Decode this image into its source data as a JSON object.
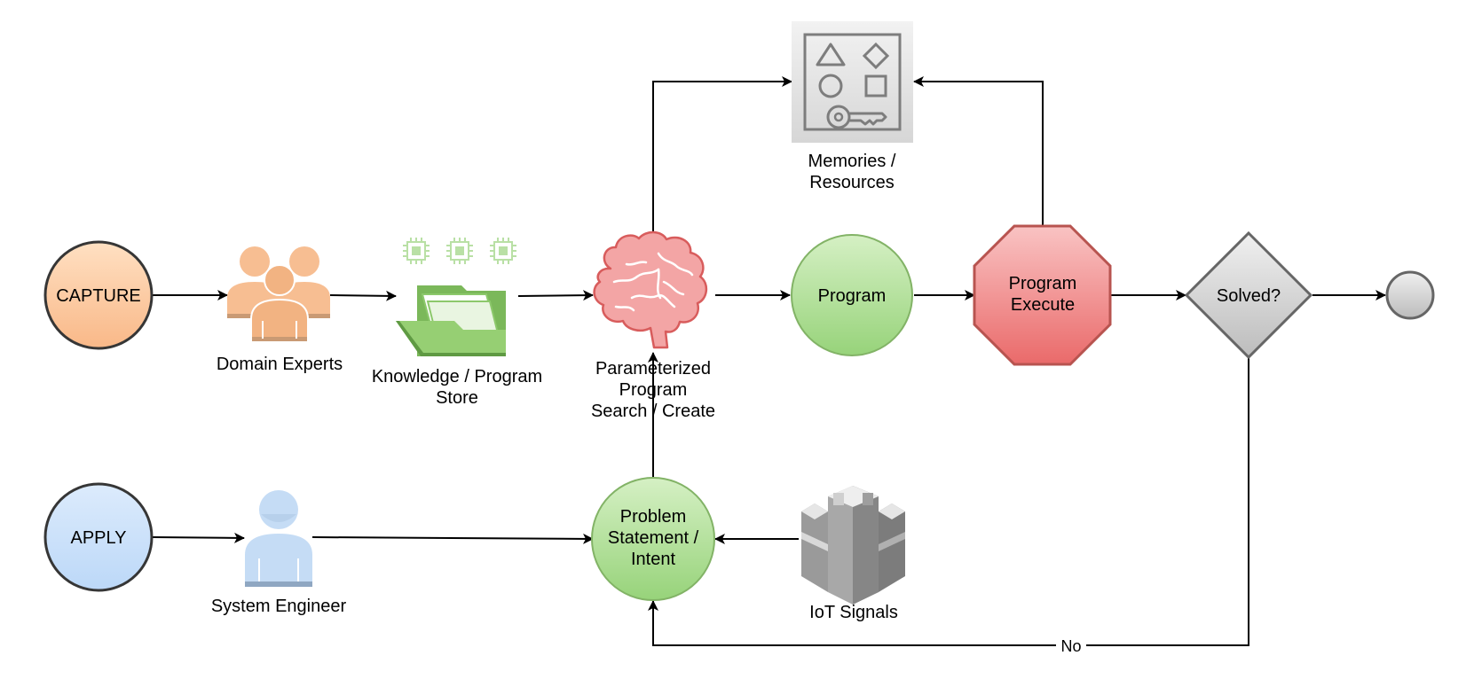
{
  "nodes": {
    "capture": "CAPTURE",
    "apply": "APPLY",
    "domain_experts": "Domain Experts",
    "knowledge_store": "Knowledge / Program\nStore",
    "search_create": "Parameterized\nProgram\nSearch / Create",
    "memories": "Memories /\nResources",
    "program": "Program",
    "program_execute": "Program\nExecute",
    "solved": "Solved?",
    "system_engineer": "System Engineer",
    "problem_statement": "Problem\nStatement /\nIntent",
    "iot_signals": "IoT Signals"
  },
  "edges": {
    "no_label": "No"
  },
  "colors": {
    "capture_fill": "#fdca9c",
    "capture_stroke": "#363636",
    "apply_fill": "#cde4fb",
    "people_orange": "#f7be92",
    "people_orange_dark": "#c99a74",
    "person_blue": "#c5dcf5",
    "person_blue_dark": "#8fa7c2",
    "folder_green": "#8cc86b",
    "chip_green": "#b9e0a5",
    "brain_pink": "#f09a9a",
    "brain_stroke": "#d85c5c",
    "program_fill": "#b3e29a",
    "program_stroke": "#82b366",
    "execute_fill": "#f07c7c",
    "execute_stroke": "#b85450",
    "diamond_fill": "#d0d0d0",
    "diamond_stroke": "#666666",
    "end_fill": "#dcdcdc",
    "gray_icon": "#7d7d7d",
    "arrow": "#000000"
  },
  "icons": {
    "domain_experts": "users-group-icon",
    "knowledge_store": "folder-with-chips-icon",
    "search_create": "brain-icon",
    "memories": "shapes-key-resource-icon",
    "system_engineer": "user-icon",
    "iot_signals": "iot-castle-icon"
  }
}
